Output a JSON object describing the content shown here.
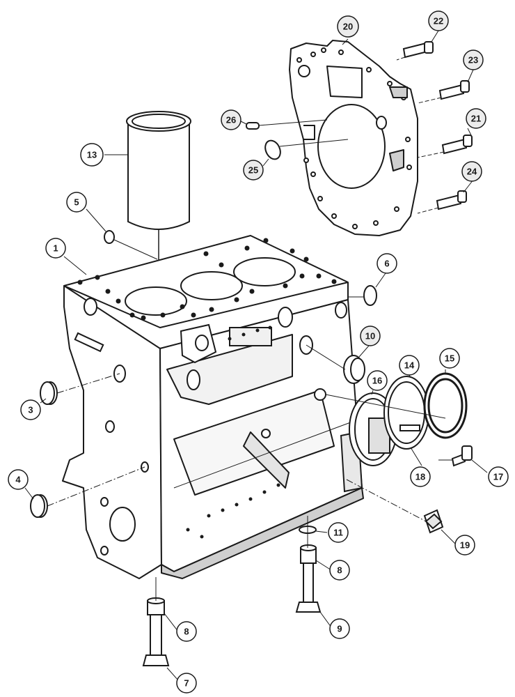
{
  "diagram": {
    "colors": {
      "ink": "#1a1a1a",
      "paper": "#ffffff",
      "shade": "#cfcfcf",
      "callout_fill_primary": "#ffffff",
      "callout_fill_secondary": "#ececec"
    },
    "callouts": [
      {
        "id": "c1",
        "label": "1"
      },
      {
        "id": "c3",
        "label": "3"
      },
      {
        "id": "c4",
        "label": "4"
      },
      {
        "id": "c5",
        "label": "5"
      },
      {
        "id": "c6",
        "label": "6"
      },
      {
        "id": "c7",
        "label": "7"
      },
      {
        "id": "c8a",
        "label": "8"
      },
      {
        "id": "c8b",
        "label": "8"
      },
      {
        "id": "c9",
        "label": "9"
      },
      {
        "id": "c10",
        "label": "10"
      },
      {
        "id": "c11",
        "label": "11"
      },
      {
        "id": "c13",
        "label": "13"
      },
      {
        "id": "c14",
        "label": "14"
      },
      {
        "id": "c15",
        "label": "15"
      },
      {
        "id": "c16",
        "label": "16"
      },
      {
        "id": "c17",
        "label": "17"
      },
      {
        "id": "c18",
        "label": "18"
      },
      {
        "id": "c19",
        "label": "19"
      },
      {
        "id": "c20",
        "label": "20"
      },
      {
        "id": "c21",
        "label": "21"
      },
      {
        "id": "c22",
        "label": "22"
      },
      {
        "id": "c23",
        "label": "23"
      },
      {
        "id": "c24",
        "label": "24"
      },
      {
        "id": "c25",
        "label": "25"
      },
      {
        "id": "c26",
        "label": "26"
      }
    ]
  }
}
